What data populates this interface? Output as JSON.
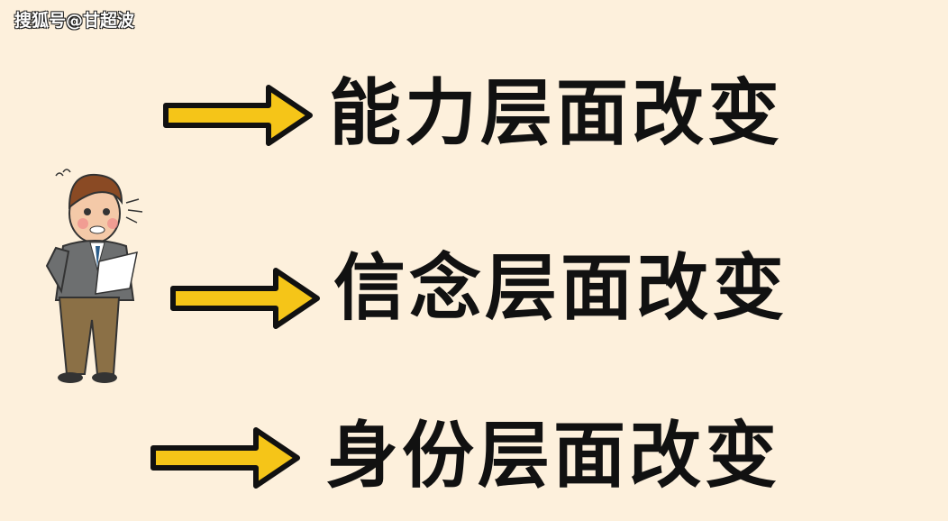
{
  "watermark": "搜狐号@甘超波",
  "items": [
    {
      "label": "能力层面改变"
    },
    {
      "label": "信念层面改变"
    },
    {
      "label": "身份层面改变"
    }
  ],
  "colors": {
    "background": "#fdf0dc",
    "arrow": "#f5c518",
    "text": "#111111"
  }
}
